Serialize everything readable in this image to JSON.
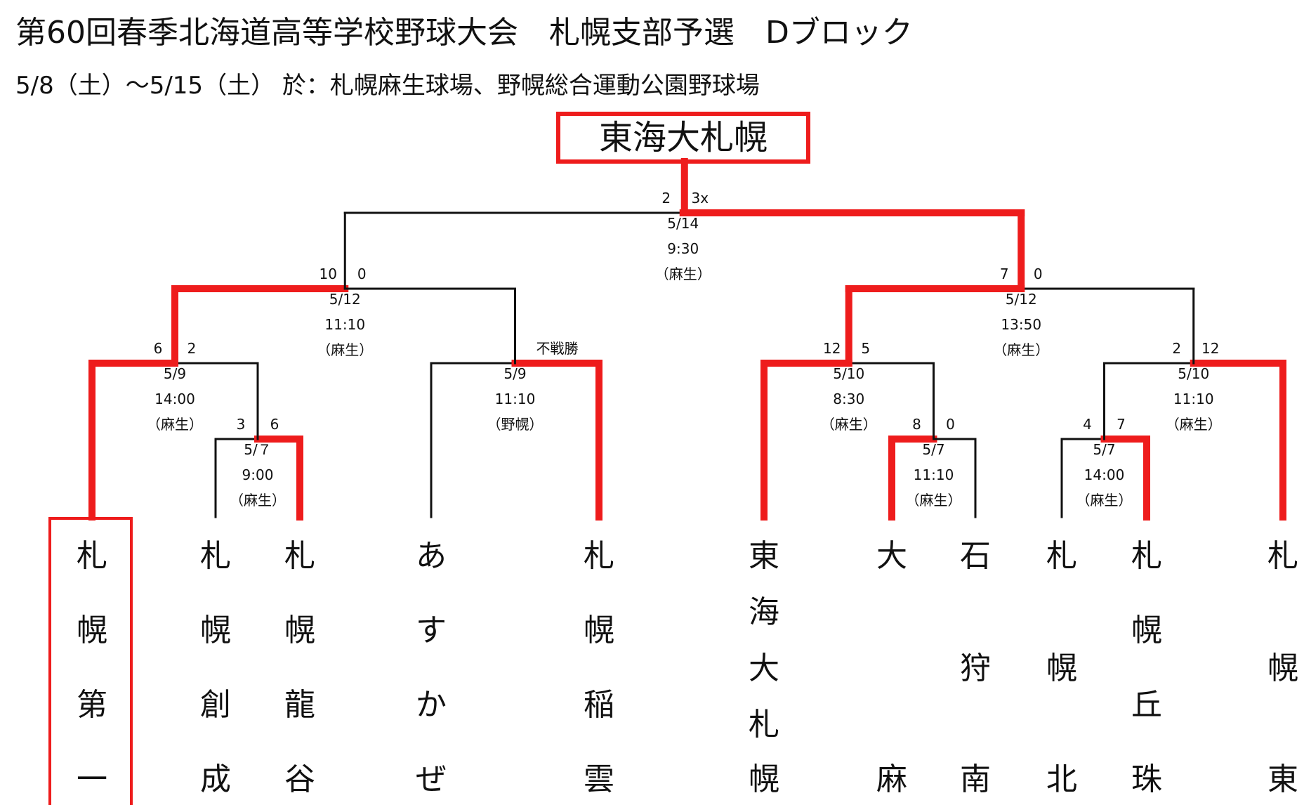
{
  "header": {
    "title": "第60回春季北海道高等学校野球大会　札幌支部予選　Dブロック",
    "subtitle": "5/8（土）～5/15（土） 於：札幌麻生球場、野幌総合運動公園野球場"
  },
  "colors": {
    "win": "#ee1c1c",
    "line": "#111111",
    "text": "#111111",
    "champion_text": "#ee1c1c"
  },
  "winner": "東海大札幌",
  "teams": [
    {
      "name": "札幌第一",
      "chars": [
        "札",
        "幌",
        "第",
        "一"
      ],
      "boxed": true
    },
    {
      "name": "札幌創成",
      "chars": [
        "札",
        "幌",
        "創",
        "成"
      ]
    },
    {
      "name": "札幌龍谷",
      "chars": [
        "札",
        "幌",
        "龍",
        "谷"
      ]
    },
    {
      "name": "あすかぜ",
      "chars": [
        "あ",
        "す",
        "か",
        "ぜ"
      ]
    },
    {
      "name": "札幌稲雲",
      "chars": [
        "札",
        "幌",
        "稲",
        "雲"
      ]
    },
    {
      "name": "東海大札幌",
      "chars": [
        "東",
        "海",
        "大",
        "札",
        "幌"
      ]
    },
    {
      "name": "大麻",
      "chars": [
        "大",
        "麻"
      ]
    },
    {
      "name": "石狩南",
      "chars": [
        "石",
        "狩",
        "南"
      ]
    },
    {
      "name": "札幌北",
      "chars": [
        "札",
        "幌",
        "北"
      ]
    },
    {
      "name": "札幌丘珠",
      "chars": [
        "札",
        "幌",
        "丘",
        "珠"
      ]
    },
    {
      "name": "札幌東",
      "chars": [
        "札",
        "幌",
        "東"
      ]
    }
  ],
  "games": [
    {
      "id": "g1",
      "round": 1,
      "date": "5/７",
      "time": "9:00",
      "venue": "（麻生）",
      "score_left": "3",
      "score_right": "6",
      "winner": "right"
    },
    {
      "id": "g2",
      "round": 1,
      "date": "5/7",
      "time": "11:10",
      "venue": "（麻生）",
      "score_left": "8",
      "score_right": "0",
      "winner": "left"
    },
    {
      "id": "g3",
      "round": 1,
      "date": "5/7",
      "time": "14:00",
      "venue": "（麻生）",
      "score_left": "4",
      "score_right": "7",
      "winner": "right"
    },
    {
      "id": "g4",
      "round": 2,
      "date": "5/9",
      "time": "14:00",
      "venue": "（麻生）",
      "score_left": "6",
      "score_right": "2",
      "winner": "left"
    },
    {
      "id": "g5",
      "round": 2,
      "date": "5/9",
      "time": "11:10",
      "venue": "（野幌）",
      "score_left": "",
      "score_right": "不戦勝",
      "winner": "right"
    },
    {
      "id": "g6",
      "round": 2,
      "date": "5/10",
      "time": "8:30",
      "venue": "（麻生）",
      "score_left": "12",
      "score_right": "5",
      "winner": "left"
    },
    {
      "id": "g7",
      "round": 2,
      "date": "5/10",
      "time": "11:10",
      "venue": "（麻生）",
      "score_left": "2",
      "score_right": "12",
      "winner": "right"
    },
    {
      "id": "g8",
      "round": 3,
      "date": "5/12",
      "time": "11:10",
      "venue": "（麻生）",
      "score_left": "10",
      "score_right": "0",
      "winner": "left"
    },
    {
      "id": "g9",
      "round": 3,
      "date": "5/12",
      "time": "13:50",
      "venue": "（麻生）",
      "score_left": "7",
      "score_right": "0",
      "winner": "left"
    },
    {
      "id": "g10",
      "round": 4,
      "date": "5/14",
      "time": "9:30",
      "venue": "（麻生）",
      "score_left": "2",
      "score_right": "3x",
      "winner": "right"
    }
  ]
}
